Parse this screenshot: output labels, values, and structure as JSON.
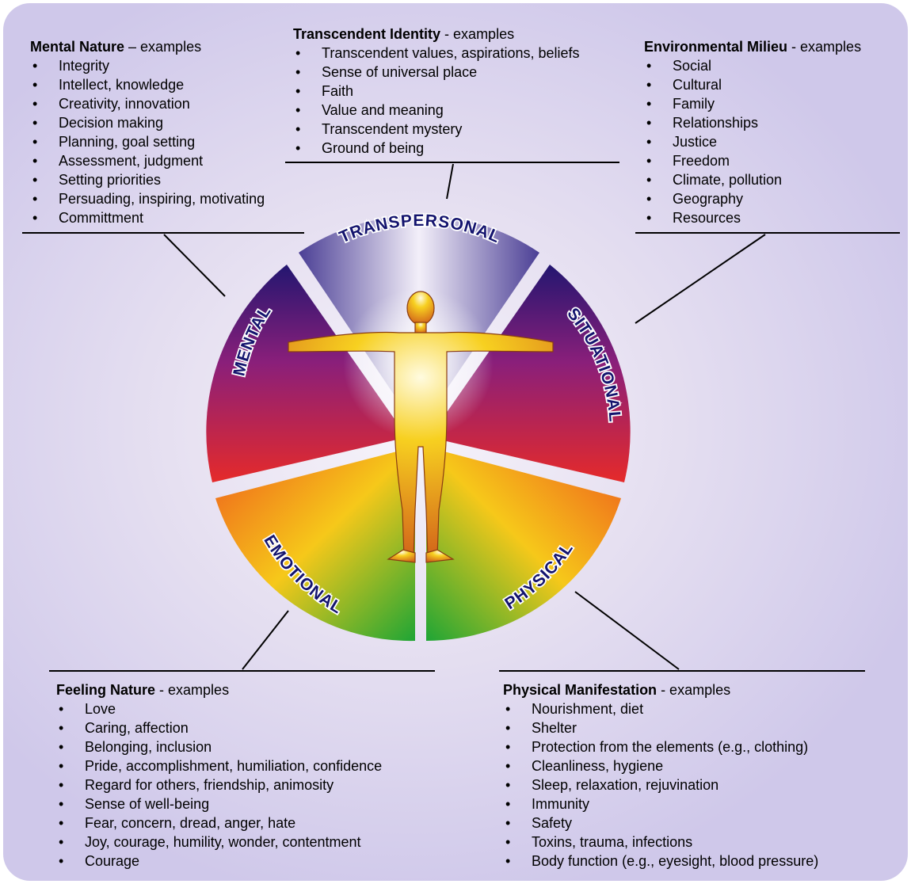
{
  "colors": {
    "transpersonal": [
      "#5a4f9e",
      "#f2eef8"
    ],
    "mental": [
      "#2a1a78",
      "#e02c2c"
    ],
    "situational": [
      "#2a1a78",
      "#e02c2c"
    ],
    "emotional": [
      "#f07a1a",
      "#1aa33a"
    ],
    "physical": [
      "#f07a1a",
      "#1aa33a"
    ],
    "label": "#14146e",
    "figure": "#f7d020"
  },
  "wheel": {
    "transpersonal": "TRANSPERSONAL",
    "mental": "MENTAL",
    "situational": "SITUATIONAL",
    "emotional": "EMOTIONAL",
    "physical": "PHYSICAL"
  },
  "panels": {
    "mental": {
      "title": "Mental Nature",
      "suffix": " – examples",
      "items": [
        "Integrity",
        "Intellect, knowledge",
        "Creativity, innovation",
        "Decision making",
        "Planning, goal setting",
        "Assessment, judgment",
        "Setting priorities",
        "Persuading, inspiring, motivating",
        "Committment"
      ]
    },
    "transcendent": {
      "title": "Transcendent Identity",
      "suffix": " - examples",
      "items": [
        "Transcendent values, aspirations, beliefs",
        "Sense of universal place",
        "Faith",
        "Value and meaning",
        "Transcendent mystery",
        "Ground of being"
      ]
    },
    "environmental": {
      "title": "Environmental Milieu",
      "suffix": " - examples",
      "items": [
        "Social",
        "Cultural",
        "Family",
        "Relationships",
        "Justice",
        "Freedom",
        "Climate, pollution",
        "Geography",
        "Resources"
      ]
    },
    "feeling": {
      "title": "Feeling Nature",
      "suffix": " - examples",
      "items": [
        "Love",
        "Caring, affection",
        "Belonging, inclusion",
        "Pride, accomplishment, humiliation, confidence",
        "Regard for others, friendship, animosity",
        "Sense of well-being",
        "Fear, concern, dread, anger, hate",
        "Joy, courage, humility, wonder, contentment",
        "Courage"
      ]
    },
    "physical": {
      "title": "Physical Manifestation",
      "suffix": " - examples",
      "items": [
        "Nourishment, diet",
        "Shelter",
        "Protection from the elements (e.g., clothing)",
        "Cleanliness, hygiene",
        "Sleep, relaxation, rejuvination",
        "Immunity",
        "Safety",
        "Toxins, trauma, infections",
        "Body function (e.g., eyesight, blood pressure)"
      ]
    }
  }
}
